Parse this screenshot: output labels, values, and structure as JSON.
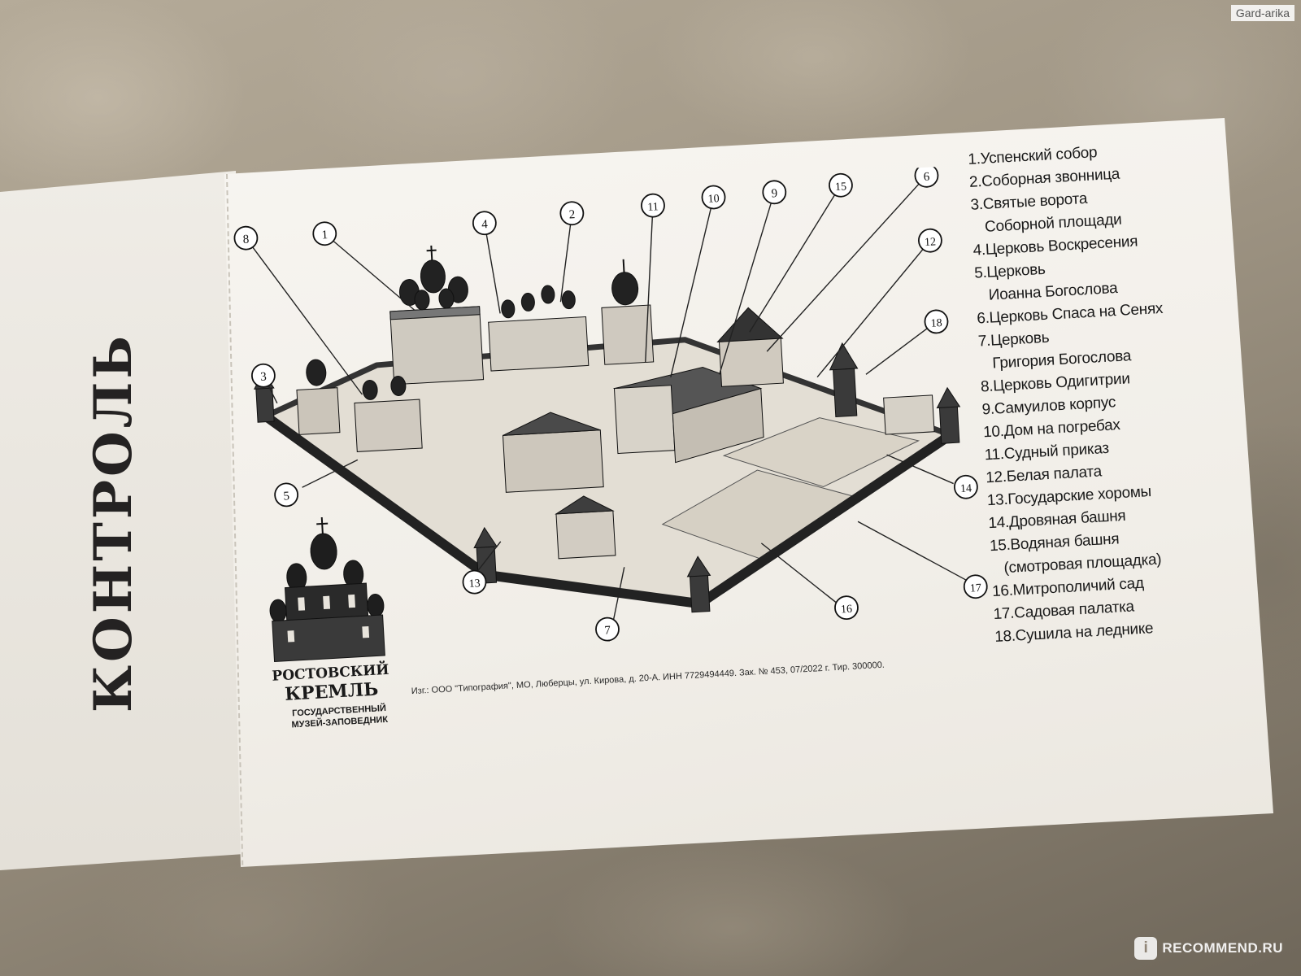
{
  "stub": {
    "label": "КОНТРОЛЬ"
  },
  "map": {
    "markers": [
      "8",
      "1",
      "4",
      "2",
      "11",
      "10",
      "9",
      "15",
      "6",
      "12",
      "18",
      "3",
      "5",
      "13",
      "7",
      "16",
      "17",
      "14"
    ]
  },
  "legend": {
    "items": [
      {
        "lines": [
          "1.Успенский собор"
        ]
      },
      {
        "lines": [
          "2.Соборная звонница"
        ]
      },
      {
        "lines": [
          "3.Святые ворота",
          "Соборной площади"
        ]
      },
      {
        "lines": [
          "4.Церковь Воскресения"
        ]
      },
      {
        "lines": [
          "5.Церковь",
          "Иоанна Богослова"
        ]
      },
      {
        "lines": [
          "6.Церковь Спаса на Сенях"
        ]
      },
      {
        "lines": [
          "7.Церковь",
          "Григория Богослова"
        ]
      },
      {
        "lines": [
          "8.Церковь Одигитрии"
        ]
      },
      {
        "lines": [
          "9.Самуилов корпус"
        ]
      },
      {
        "lines": [
          "10.Дом на погребах"
        ]
      },
      {
        "lines": [
          "11.Судный приказ"
        ]
      },
      {
        "lines": [
          "12.Белая палата"
        ]
      },
      {
        "lines": [
          "13.Государские хоромы"
        ]
      },
      {
        "lines": [
          "14.Дровяная башня"
        ]
      },
      {
        "lines": [
          "15.Водяная башня",
          "(смотровая площадка)"
        ]
      },
      {
        "lines": [
          "16.Митрополичий сад"
        ]
      },
      {
        "lines": [
          "17.Садовая палатка"
        ]
      },
      {
        "lines": [
          "18.Сушила на леднике"
        ]
      }
    ]
  },
  "logo": {
    "title_line1": "РОСТОВСКИЙ",
    "title_line2": "КРЕМЛЬ",
    "caption_line1": "ГОСУДАРСТВЕННЫЙ",
    "caption_line2": "МУЗЕЙ-ЗАПОВЕДНИК"
  },
  "imprint": "Изг.: ООО \"Типография\", МО, Люберцы, ул. Кирова, д. 20-А. ИНН 7729494449. Зак. № 453, 07/2022 г. Тир. 300000.",
  "watermarks": {
    "top_right": "Gard-arika",
    "bottom_right": "RECOMMEND.RU",
    "badge_glyph": "i"
  },
  "colors": {
    "ink": "#1a1a1a",
    "paper": "#f7f5f0",
    "fabric": "#a39986"
  }
}
